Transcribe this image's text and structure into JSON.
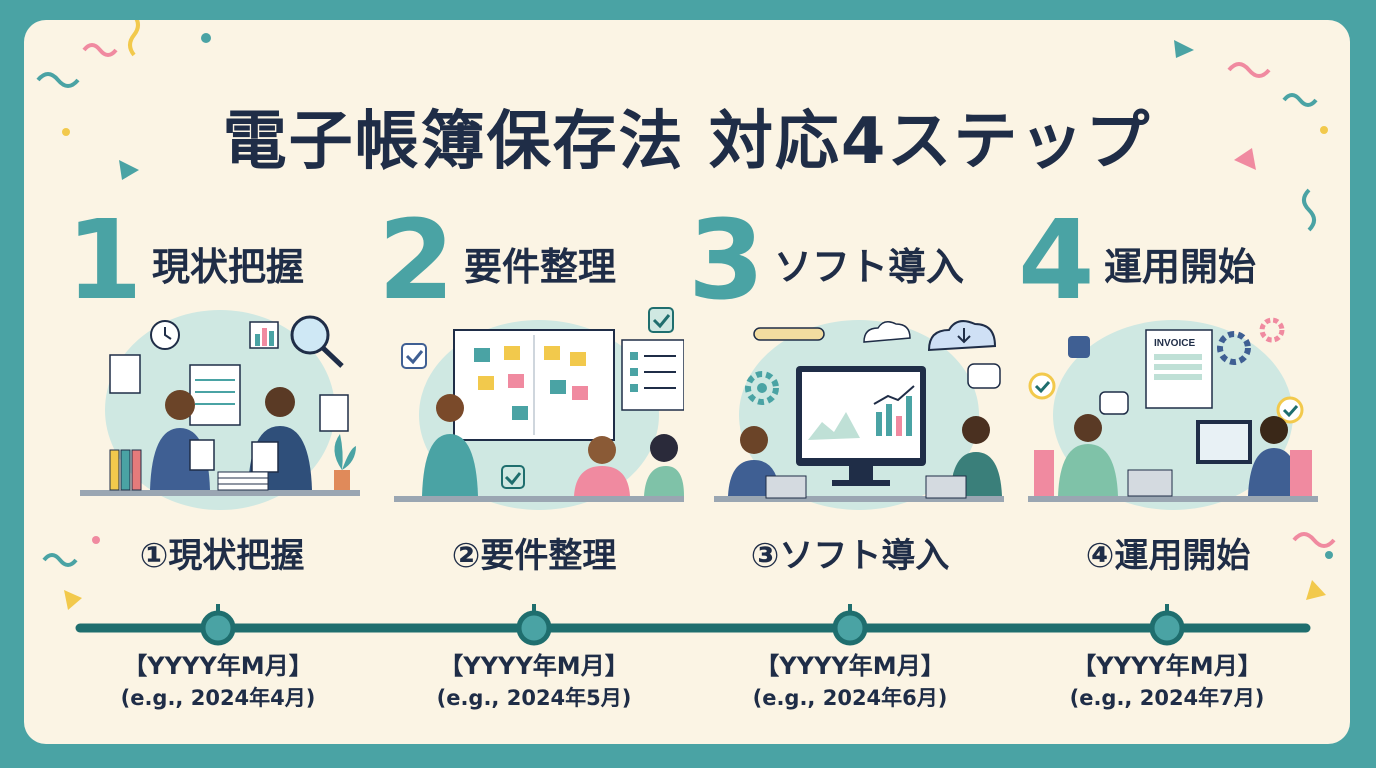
{
  "title": "電子帳簿保存法 対応4ステップ",
  "colors": {
    "accent": "#4aa3a4",
    "dark_teal": "#1f6e6e",
    "text": "#1f2d47",
    "background": "#fbf4e4",
    "frame": "#4aa3a4"
  },
  "steps": [
    {
      "number": "1",
      "heading": "現状把握",
      "label": "①現状把握",
      "date_format": "【YYYY年M月】",
      "date_example": "(e.g., 2024年4月)"
    },
    {
      "number": "2",
      "heading": "要件整理",
      "label": "②要件整理",
      "date_format": "【YYYY年M月】",
      "date_example": "(e.g., 2024年5月)"
    },
    {
      "number": "3",
      "heading": "ソフト導入",
      "label": "③ソフト導入",
      "date_format": "【YYYY年M月】",
      "date_example": "(e.g., 2024年6月)"
    },
    {
      "number": "4",
      "heading": "運用開始",
      "label": "④運用開始",
      "date_format": "【YYYY年M月】",
      "date_example": "(e.g., 2024年7月)"
    }
  ],
  "illustrations": {
    "step3_invoice_text": "INVOICE"
  }
}
